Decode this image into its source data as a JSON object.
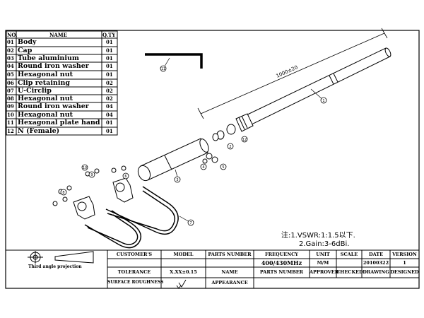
{
  "parts_list": {
    "headers": {
      "no": "NO.",
      "name": "NAME",
      "qty": "Q.TY"
    },
    "rows": [
      {
        "no": "01",
        "name": "Body",
        "qty": "01"
      },
      {
        "no": "02",
        "name": "Cap",
        "qty": "01"
      },
      {
        "no": "03",
        "name": "Tube aluminium",
        "qty": "01"
      },
      {
        "no": "04",
        "name": "Round iron washer",
        "qty": "01"
      },
      {
        "no": "05",
        "name": "Hexagonal nut",
        "qty": "01"
      },
      {
        "no": "06",
        "name": "Clip retaining",
        "qty": "02"
      },
      {
        "no": "07",
        "name": "U-Circlip",
        "qty": "02"
      },
      {
        "no": "08",
        "name": "Hexagonal nut",
        "qty": "02"
      },
      {
        "no": "09",
        "name": "Round iron washer",
        "qty": "04"
      },
      {
        "no": "10",
        "name": "Hexagonal nut",
        "qty": "04"
      },
      {
        "no": "11",
        "name": "Hexagonal plate hand",
        "qty": "01"
      },
      {
        "no": "12",
        "name": "N (Female)",
        "qty": "01"
      }
    ]
  },
  "drawing": {
    "dimension": "1000±20",
    "balloons": {
      "b1": "1",
      "b2": "2",
      "b3": "3",
      "b4": "4",
      "b5": "5",
      "b6": "6",
      "b7": "7",
      "b8": "8",
      "b9": "9",
      "b10": "10",
      "b11": "11",
      "b12": "12"
    }
  },
  "notes": {
    "line1": "注:1.VSWR:1:1.5以下.",
    "line2": "2.Gain:3-6dBi."
  },
  "title_block": {
    "projection_label": "Third angle projection",
    "customers": "CUSTOMER'S",
    "model": "MODEL",
    "parts_number": "PARTS NUMBER",
    "frequency": "FREQUENCY",
    "unit": "UNIT",
    "scale": "SCALE",
    "date": "DATE",
    "version": "VERSION",
    "frequency_value": "400/430MHz",
    "unit_value": "M/M",
    "date_value": "20100322",
    "version_value": "1",
    "tolerance": "TOLERANCE",
    "tolerance_value": "X.XX±0.15",
    "name": "NAME",
    "parts_number_2": "PARTS NUMBER",
    "approved": "APPROVED",
    "checked": "CHECKED",
    "drawing": "DRAWING",
    "designed": "DESIGNED",
    "surface_roughness": "SURFACE ROUGHNESS",
    "appearance": "APPEARANCE"
  },
  "colors": {
    "line": "#000000",
    "background": "#ffffff"
  }
}
